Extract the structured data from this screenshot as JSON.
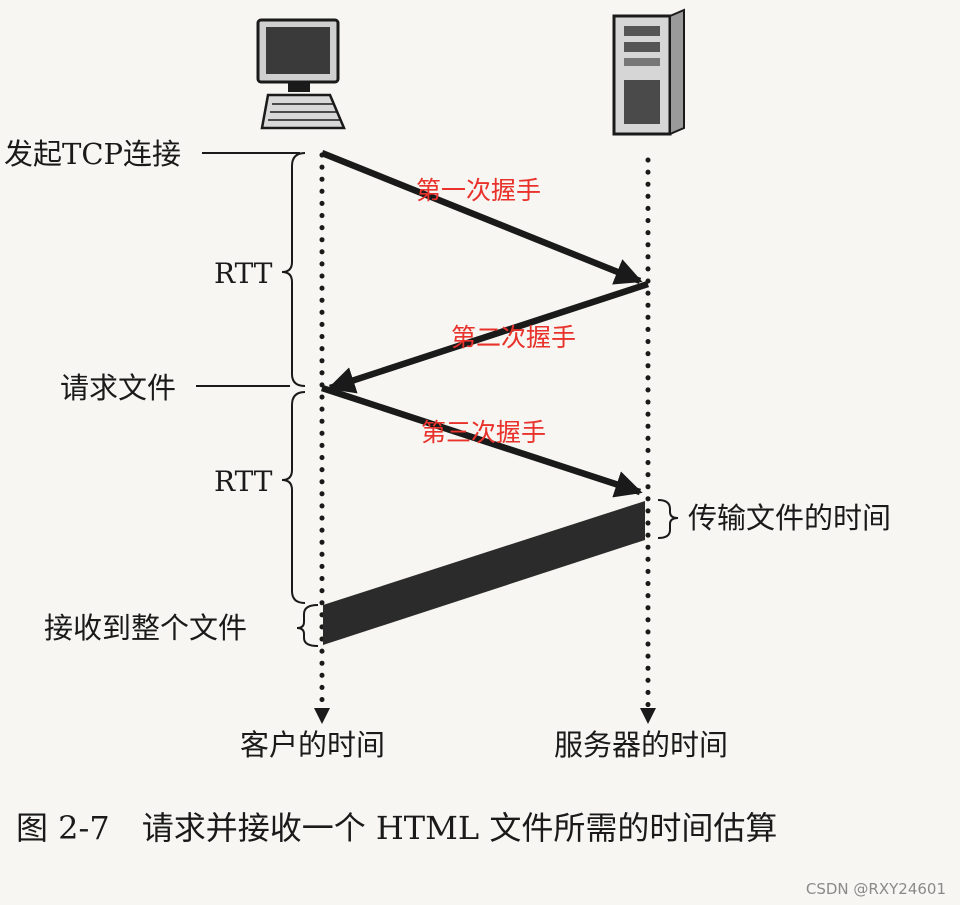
{
  "client_icon": "desktop-computer-icon",
  "server_icon": "tower-server-icon",
  "labels": {
    "initiate_tcp": "发起TCP连接",
    "rtt_1": "RTT",
    "request_file": "请求文件",
    "rtt_2": "RTT",
    "transfer_time": "传输文件的时间",
    "receive_file": "接收到整个文件",
    "client_time": "客户的时间",
    "server_time": "服务器的时间"
  },
  "handshakes": {
    "first": "第一次握手",
    "second": "第二次握手",
    "third": "第三次握手"
  },
  "caption": "图 2-7　请求并接收一个 HTML 文件所需的时间估算",
  "watermark": "CSDN @RXY24601",
  "colors": {
    "ink": "#1a1a1a",
    "handshake": "#e8322b",
    "paper": "#f7f6f2"
  }
}
